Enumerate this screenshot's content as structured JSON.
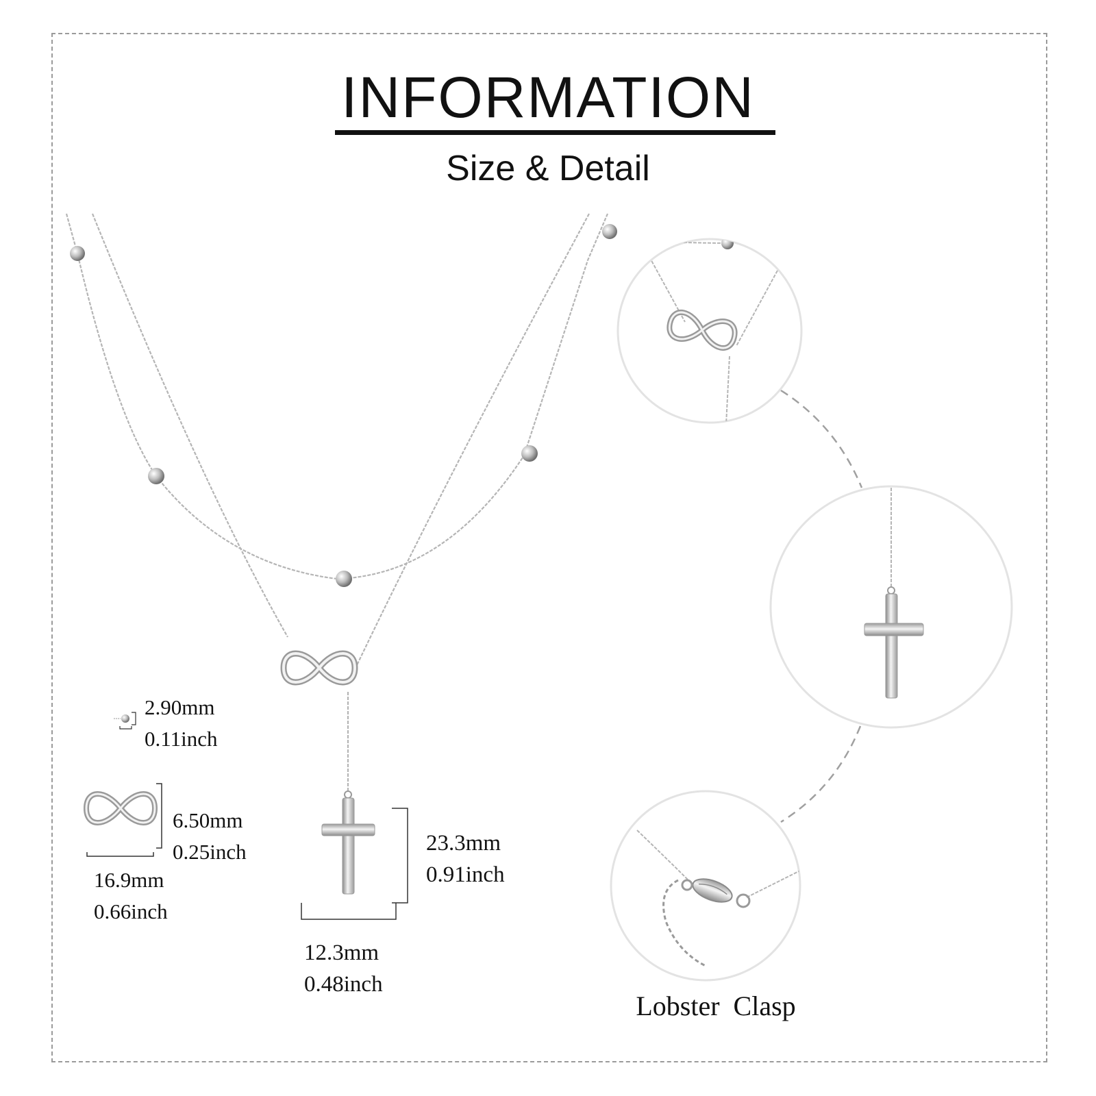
{
  "header": {
    "title": "INFORMATION",
    "subtitle": "Size & Detail"
  },
  "measurements": {
    "bead": {
      "mm": "2.90mm",
      "inch": "0.11inch"
    },
    "infinity_height": {
      "mm": "6.50mm",
      "inch": "0.25inch"
    },
    "infinity_width": {
      "mm": "16.9mm",
      "inch": "0.66inch"
    },
    "cross_height": {
      "mm": "23.3mm",
      "inch": "0.91inch"
    },
    "cross_width": {
      "mm": "12.3mm",
      "inch": "0.48inch"
    }
  },
  "detail_views": {
    "clasp_label": "Lobster  Clasp"
  },
  "colors": {
    "metal": "#c8c8c8",
    "metal_dark": "#8a8a8a",
    "circle_border": "#e3e3e3",
    "dashed": "#a0a0a0",
    "text": "#111111"
  }
}
